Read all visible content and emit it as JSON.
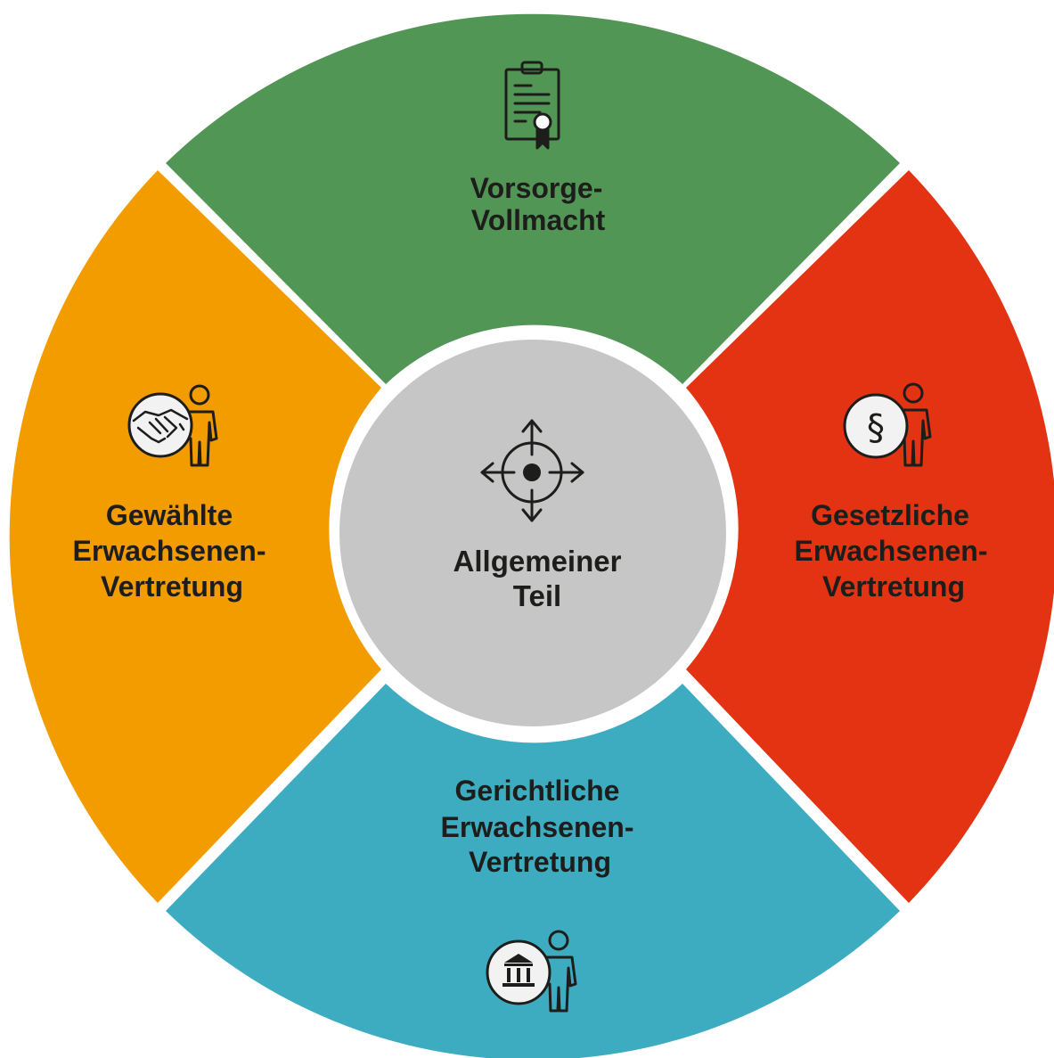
{
  "center": {
    "label_line1": "Allgemeiner",
    "label_line2": "Teil",
    "icon": "target-arrows-icon",
    "color": "#c6c6c6"
  },
  "segments": {
    "top": {
      "label_line1": "Vorsorge-",
      "label_line2": "Vollmacht",
      "icon": "certificate-clipboard-icon",
      "color": "#529655"
    },
    "right": {
      "label_line1": "Gesetzliche",
      "label_line2": "Erwachsenen-",
      "label_line3": "Vertretung",
      "icon": "paragraph-person-icon",
      "color": "#e33312"
    },
    "bottom": {
      "label_line1": "Gerichtliche",
      "label_line2": "Erwachsenen-",
      "label_line3": "Vertretung",
      "icon": "court-building-person-icon",
      "color": "#3eacc0"
    },
    "left": {
      "label_line1": "Gewählte",
      "label_line2": "Erwachsenen-",
      "label_line3": "Vertretung",
      "icon": "handshake-person-icon",
      "color": "#f39c00"
    }
  },
  "symbols": {
    "paragraph": "§"
  }
}
